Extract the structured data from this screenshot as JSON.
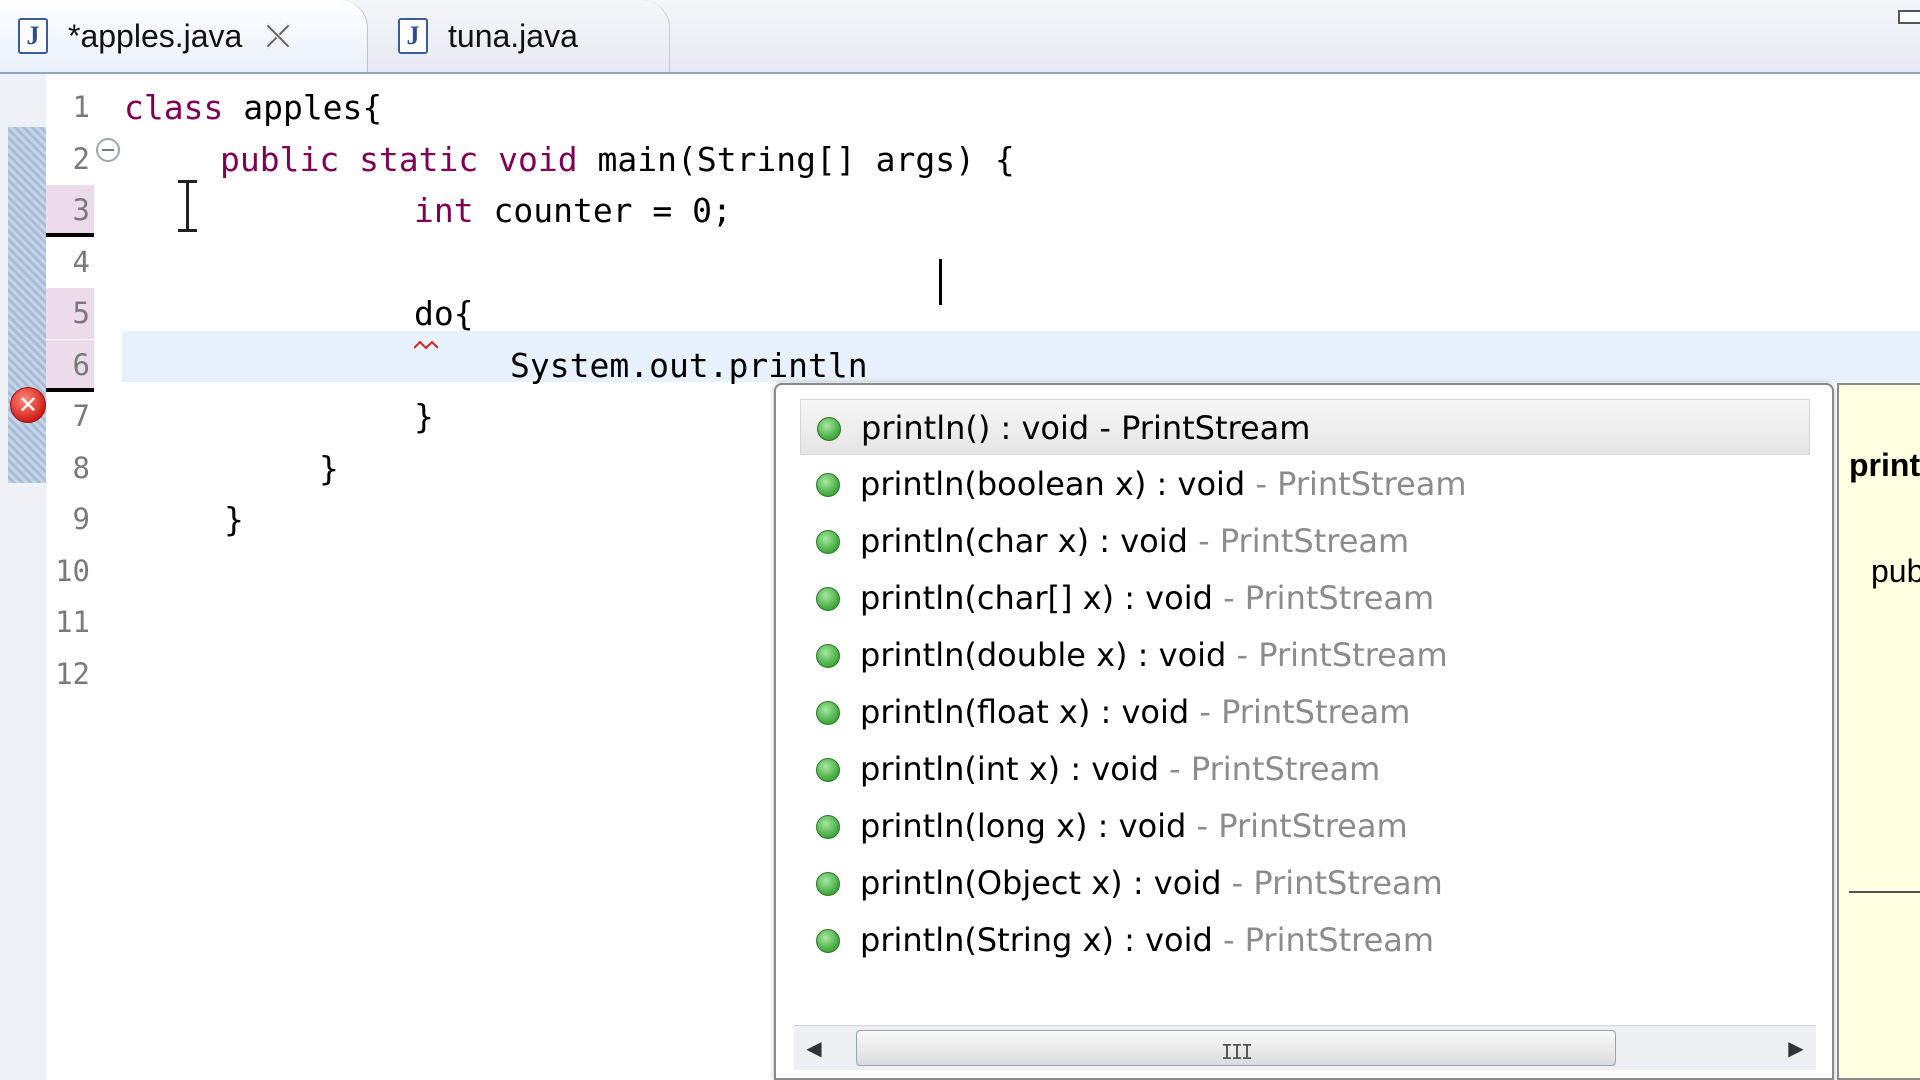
{
  "tabs": [
    {
      "label": "*apples.java",
      "icon": "java-file-icon",
      "active": true,
      "closable": true
    },
    {
      "label": "tuna.java",
      "icon": "java-file-icon",
      "active": false
    }
  ],
  "editor": {
    "line_numbers": [
      "1",
      "2",
      "3",
      "4",
      "5",
      "6",
      "7",
      "8",
      "9",
      "10",
      "11",
      "12"
    ],
    "code": [
      {
        "kw": "class",
        "rest": " apples{"
      },
      {
        "kw": "public static void",
        "rest": " main(String[] args) {"
      },
      {
        "kw": "int",
        "rest": " counter = 0;"
      },
      {
        "rest": ""
      },
      {
        "rest": "do{"
      },
      {
        "rest": "System.out.println"
      },
      {
        "rest": "}"
      },
      {
        "rest": "}"
      },
      {
        "rest": "}"
      },
      {
        "rest": ""
      },
      {
        "rest": ""
      },
      {
        "rest": ""
      }
    ],
    "current_line": 6,
    "error_line": 7,
    "error_icon": "error-icon",
    "fold_icon": "collapse-icon"
  },
  "content_assist": {
    "proposals": [
      {
        "sig": "println() : void",
        "sep": " - ",
        "qual": "PrintStream",
        "selected": true
      },
      {
        "sig": "println(boolean x) : void",
        "sep": " - ",
        "qual": "PrintStream"
      },
      {
        "sig": "println(char x) : void",
        "sep": " - ",
        "qual": "PrintStream"
      },
      {
        "sig": "println(char[] x) : void",
        "sep": " - ",
        "qual": "PrintStream"
      },
      {
        "sig": "println(double x) : void",
        "sep": " - ",
        "qual": "PrintStream"
      },
      {
        "sig": "println(float x) : void",
        "sep": " - ",
        "qual": "PrintStream"
      },
      {
        "sig": "println(int x) : void",
        "sep": " - ",
        "qual": "PrintStream"
      },
      {
        "sig": "println(long x) : void",
        "sep": " - ",
        "qual": "PrintStream"
      },
      {
        "sig": "println(Object x) : void",
        "sep": " - ",
        "qual": "PrintStream"
      },
      {
        "sig": "println(String x) : void",
        "sep": " - ",
        "qual": "PrintStream"
      }
    ],
    "scroll_grip": "III"
  },
  "javadoc": {
    "title": "print",
    "signature": "pub"
  },
  "colors": {
    "keyword": "#7f0055",
    "current_line": "#e8f2fe",
    "changed_line": "#ecdbe8",
    "javadoc_bg": "#ffffe1"
  }
}
